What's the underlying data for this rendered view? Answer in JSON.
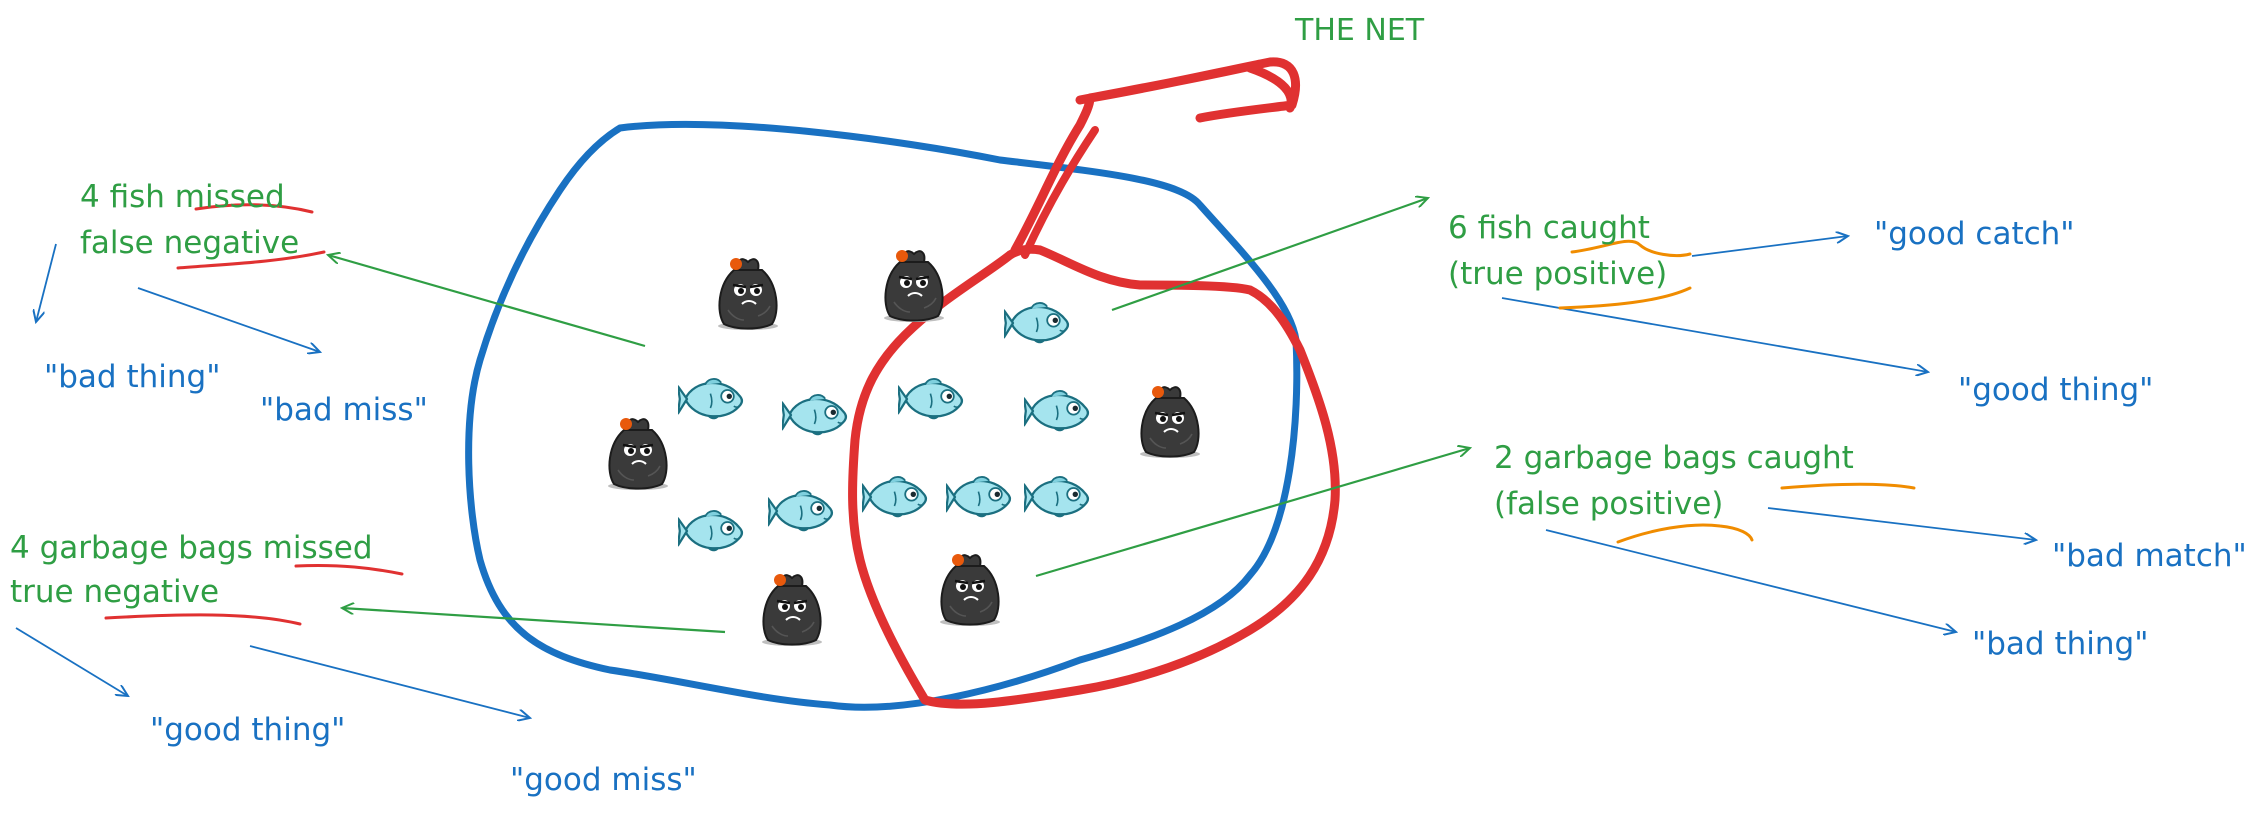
{
  "colors": {
    "green": "#2f9e44",
    "blue": "#1971c2",
    "red": "#e03131",
    "orange": "#f08c00",
    "fish_body": "#a5e4ee",
    "fish_dark": "#1b6f80",
    "bag": "#3a3a3a",
    "bag_tie": "#e8590c"
  },
  "net_label": "THE NET",
  "left_top": {
    "line1": "4 fish missed",
    "line2": "false negative",
    "quote_a": "\"bad thing\"",
    "quote_b": "\"bad miss\""
  },
  "left_bottom": {
    "line1": "4 garbage bags missed",
    "line2": "true negative",
    "quote_a": "\"good thing\"",
    "quote_b": "\"good miss\""
  },
  "right_top": {
    "line1": "6 fish caught",
    "line2": "(true positive)",
    "quote_a": "\"good catch\"",
    "quote_b": "\"good thing\""
  },
  "right_bottom": {
    "line1": "2 garbage bags caught",
    "line2": "(false positive)",
    "quote_a": "\"bad match\"",
    "quote_b": "\"bad thing\""
  },
  "icons": {
    "fish": "fish-icon",
    "bag": "garbage-bag-icon"
  }
}
